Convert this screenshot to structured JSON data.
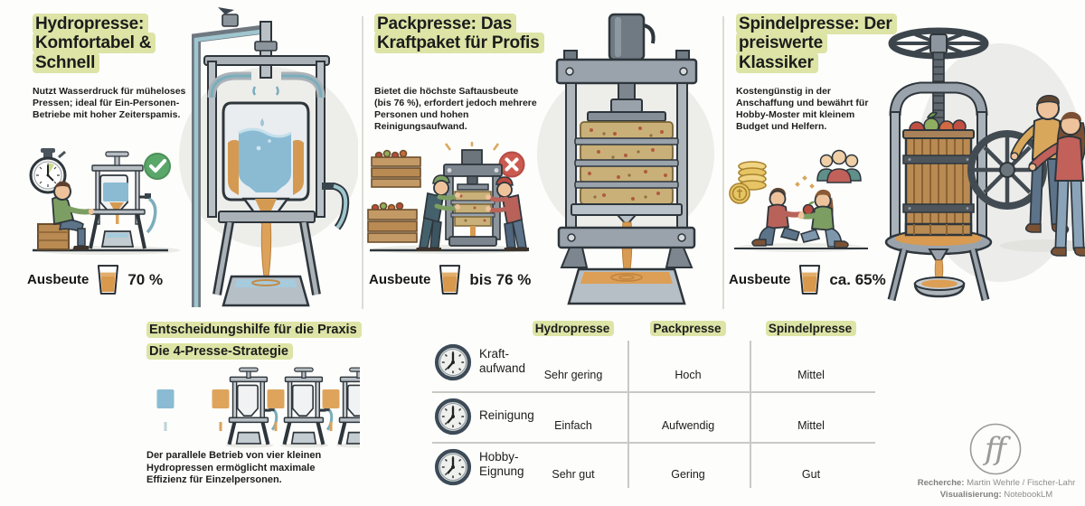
{
  "panels": [
    {
      "title": "Hydropresse: Komfortabel & Schnell",
      "description": "Nutzt Wasserdruck für müheloses Pressen; ideal für Ein-Personen-Betriebe mit hoher Zeiterspamis.",
      "yield_label": "Ausbeute",
      "yield_value": "70 %",
      "verdict_icon": "check-green",
      "scene_icons": [
        "stopwatch-icon",
        "check-icon",
        "worker-figure",
        "small-hydropress"
      ]
    },
    {
      "title": "Packpresse: Das Kraftpaket für Profis",
      "description": "Bietet die höchste Saftausbeute (bis 76 %), erfordert jedoch mehrere Personen und hohen Reinigungsaufwand.",
      "yield_label": "Ausbeute",
      "yield_value": "bis 76 %",
      "verdict_icon": "x-red",
      "scene_icons": [
        "apple-crates",
        "x-icon",
        "two-workers",
        "pack-press"
      ]
    },
    {
      "title": "Spindelpresse: Der preiswerte Klassiker",
      "description": "Kostengünstig in der Anschaffung und bewährt für Hobby-Moster mit kleinem Budget und Helfern.",
      "yield_label": "Ausbeute",
      "yield_value": "ca. 65%",
      "scene_icons": [
        "coins-icon",
        "people-group-icon",
        "two-kneeling-people",
        "apple-exchange"
      ]
    }
  ],
  "strategy": {
    "title_line1": "Entscheidungshilfe für die Praxis",
    "title_line2": "Die 4-Presse-Strategie",
    "description": "Der parallele Betrieb von vier kleinen Hydropressen ermöglicht maximale Effizienz für Einzelpersonen."
  },
  "comparison_table": {
    "columns": [
      "Hydropresse",
      "Packpresse",
      "Spindelpresse"
    ],
    "rows": [
      {
        "label": "Kraft-aufwand",
        "icon": "clock-icon",
        "values": [
          "Sehr gering",
          "Hoch",
          "Mittel"
        ]
      },
      {
        "label": "Reinigung",
        "icon": "clock-icon",
        "values": [
          "Einfach",
          "Aufwendig",
          "Mittel"
        ]
      },
      {
        "label": "Hobby-Eignung",
        "icon": "clock-icon",
        "values": [
          "Sehr gut",
          "Gering",
          "Gut"
        ]
      }
    ]
  },
  "credits": {
    "line1_label": "Recherche:",
    "line1_value": " Martin Wehrle / Fischer-Lahr",
    "line2_label": "Visualisierung:",
    "line2_value": " NotebookLM",
    "logo": "fischer-lahr-ff-monogram"
  },
  "colors": {
    "highlight": "#dde4a6",
    "check_green": "#5aa76a",
    "x_red": "#cc5a50",
    "juice_orange": "#d9994d",
    "water_blue": "#8abbd3",
    "wood_brown": "#b98a52",
    "metal_gray": "#9aa3ab",
    "credits_gray": "#8e8e8e"
  }
}
